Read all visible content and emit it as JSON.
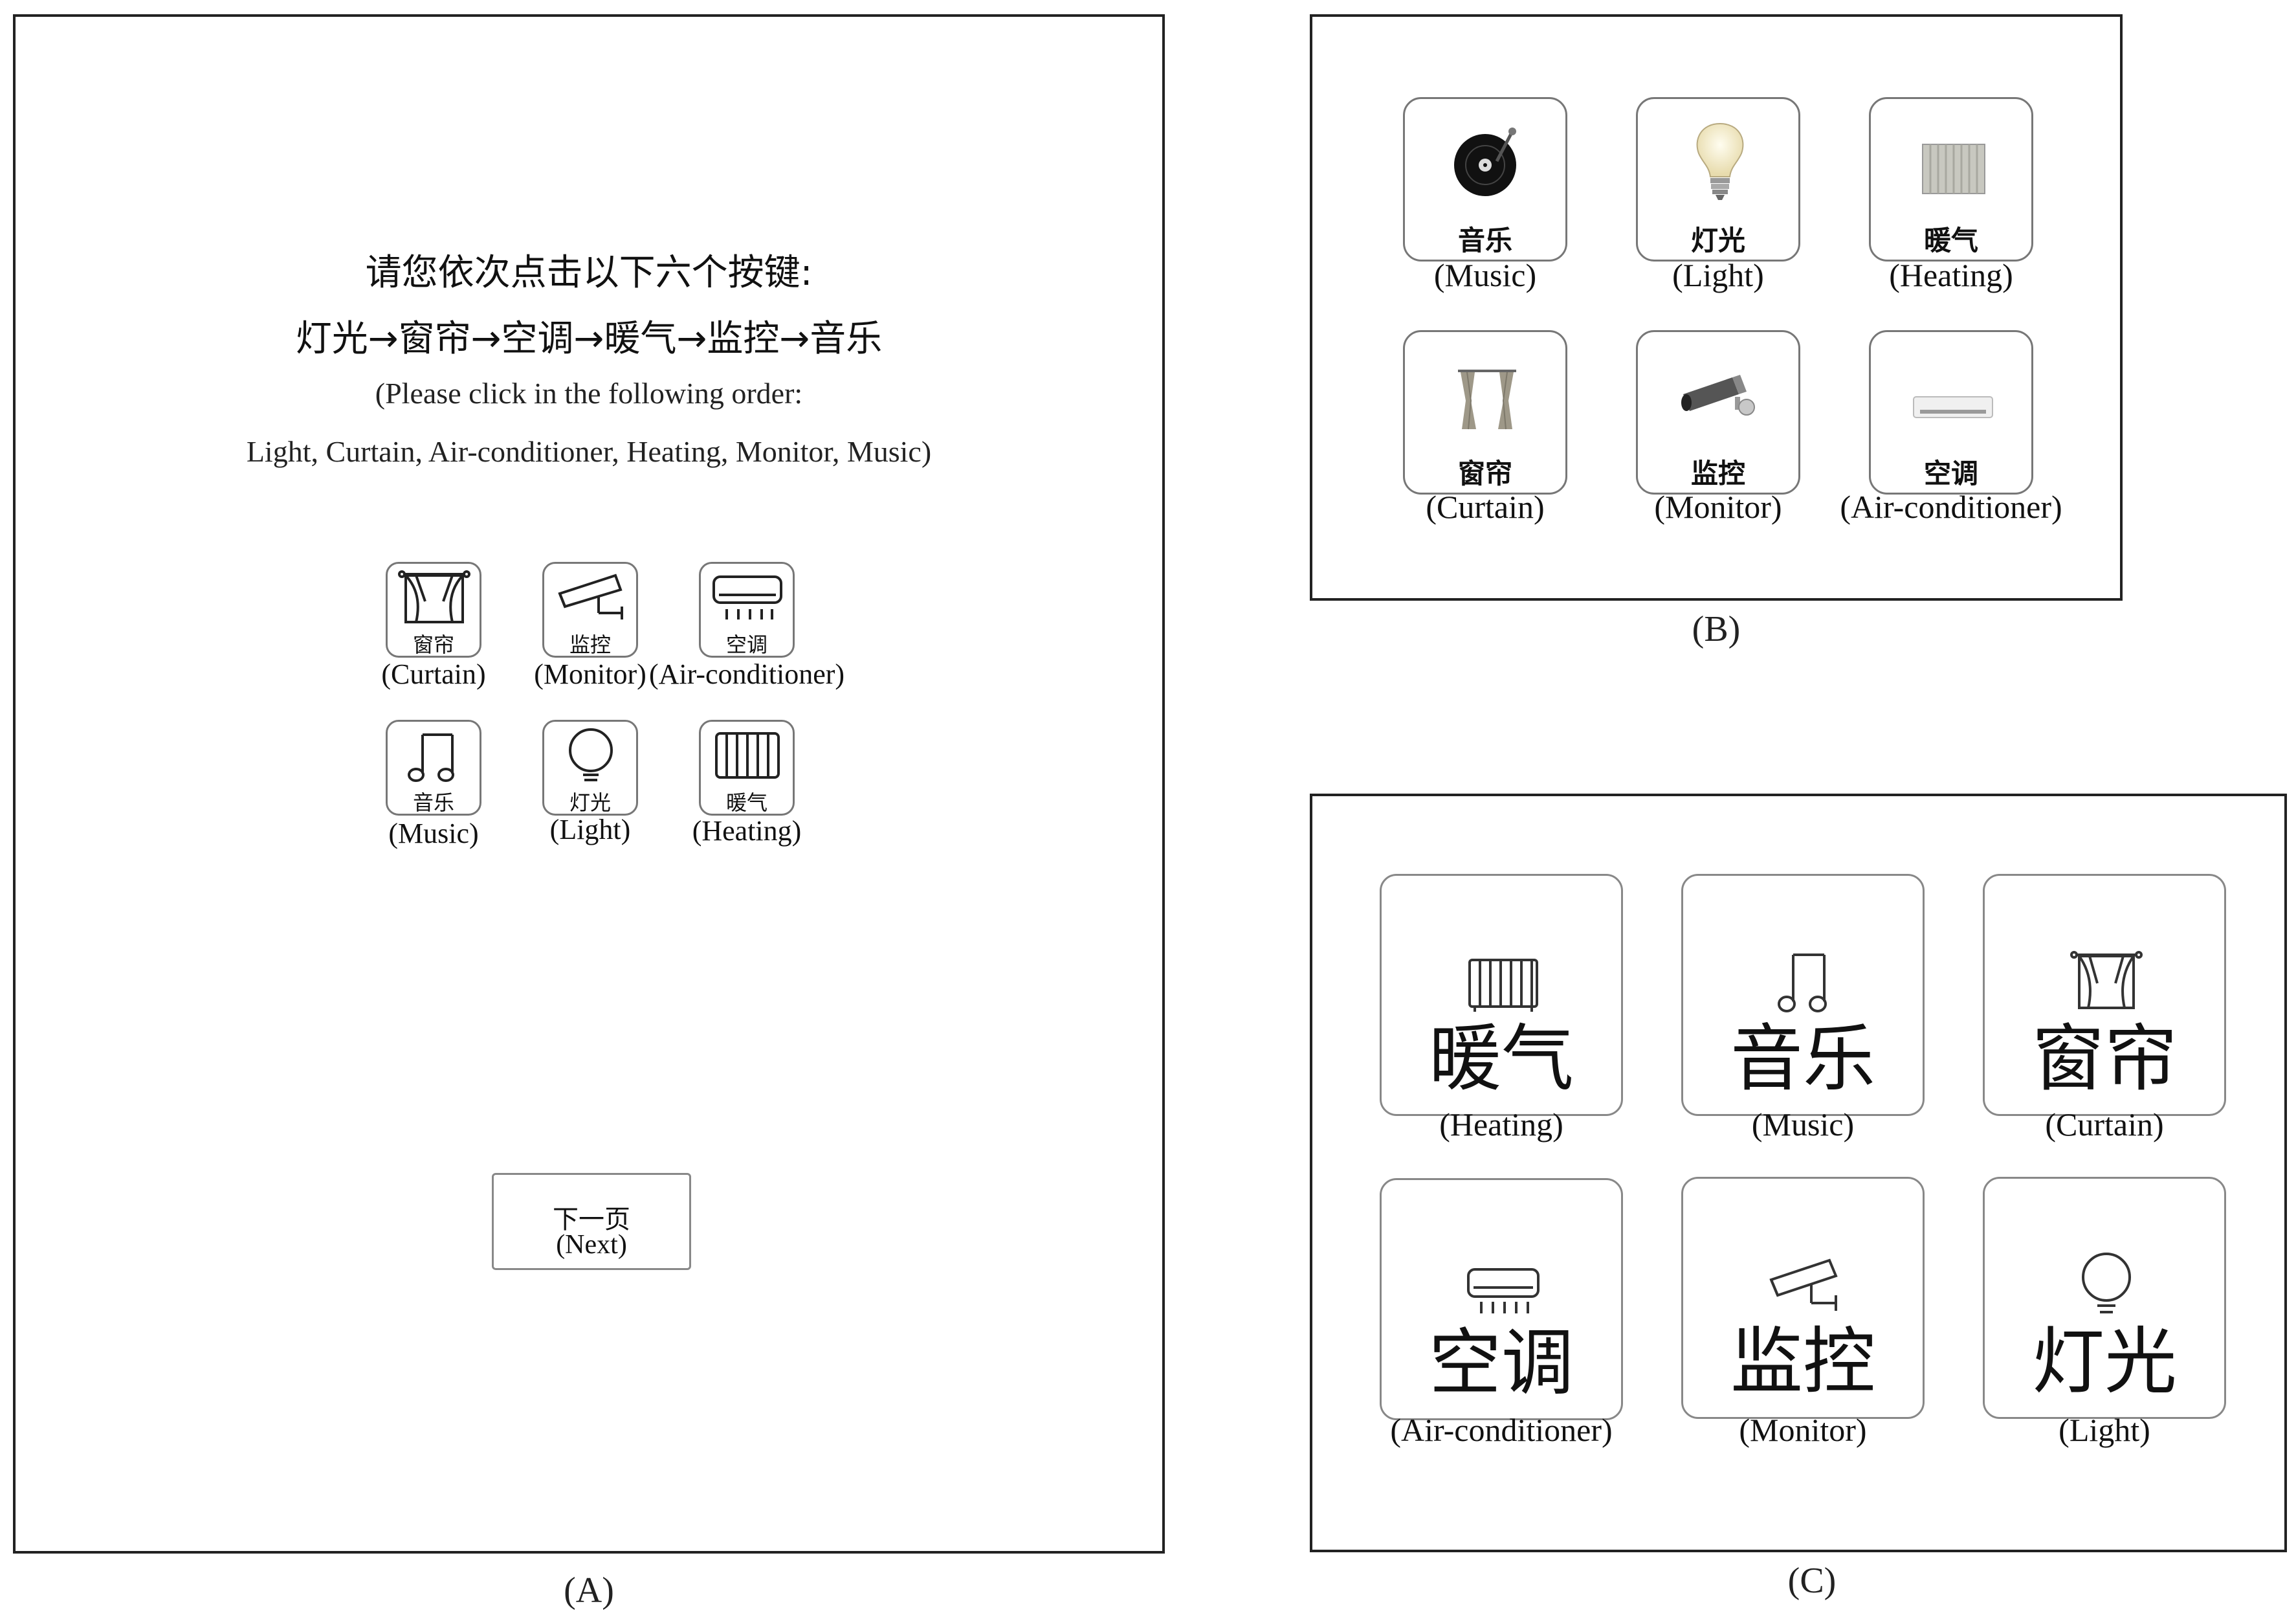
{
  "panel_a": {
    "instruction_cn_line1": "请您依次点击以下六个按键:",
    "instruction_cn_line2": "灯光→窗帘→空调→暖气→监控→音乐",
    "instruction_en_line1": "(Please click in the following order:",
    "instruction_en_line2": "Light, Curtain, Air-conditioner, Heating, Monitor, Music)",
    "buttons": [
      {
        "cn": "窗帘",
        "en": "(Curtain)",
        "icon": "curtain-icon"
      },
      {
        "cn": "监控",
        "en": "(Monitor)",
        "icon": "camera-icon"
      },
      {
        "cn": "空调",
        "en": "(Air-conditioner)",
        "icon": "air-conditioner-icon"
      },
      {
        "cn": "音乐",
        "en": "(Music)",
        "icon": "music-note-icon"
      },
      {
        "cn": "灯光",
        "en": "(Light)",
        "icon": "light-bulb-icon"
      },
      {
        "cn": "暖气",
        "en": "(Heating)",
        "icon": "radiator-icon"
      }
    ],
    "next_cn": "下一页",
    "next_en": "(Next)",
    "caption": "(A)"
  },
  "panel_b": {
    "buttons": [
      {
        "cn": "音乐",
        "en": "(Music)",
        "icon": "vinyl-record-icon"
      },
      {
        "cn": "灯光",
        "en": "(Light)",
        "icon": "light-bulb-icon"
      },
      {
        "cn": "暖气",
        "en": "(Heating)",
        "icon": "radiator-icon"
      },
      {
        "cn": "窗帘",
        "en": "(Curtain)",
        "icon": "curtain-icon"
      },
      {
        "cn": "监控",
        "en": "(Monitor)",
        "icon": "security-camera-icon"
      },
      {
        "cn": "空调",
        "en": "(Air-conditioner)",
        "icon": "air-conditioner-icon"
      }
    ],
    "caption": "(B)"
  },
  "panel_c": {
    "buttons": [
      {
        "cn": "暖气",
        "en": "(Heating)",
        "icon": "radiator-icon"
      },
      {
        "cn": "音乐",
        "en": "(Music)",
        "icon": "music-note-icon"
      },
      {
        "cn": "窗帘",
        "en": "(Curtain)",
        "icon": "curtain-icon"
      },
      {
        "cn": "空调",
        "en": "(Air-conditioner)",
        "icon": "air-conditioner-icon"
      },
      {
        "cn": "监控",
        "en": "(Monitor)",
        "icon": "camera-icon"
      },
      {
        "cn": "灯光",
        "en": "(Light)",
        "icon": "light-bulb-icon"
      }
    ],
    "caption": "(C)"
  }
}
